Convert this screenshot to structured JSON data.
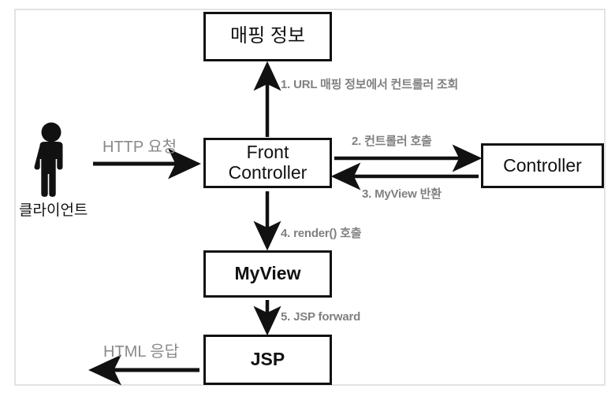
{
  "diagram": {
    "title": "Front Controller Pattern Flow",
    "frame_color": "#e3e3e3",
    "box_border_color": "#111111",
    "label_gray": "#808080",
    "text_black": "#111111",
    "boxes": [
      {
        "id": "mapping",
        "label": "매핑 정보"
      },
      {
        "id": "front",
        "label": "Front\nController"
      },
      {
        "id": "controller",
        "label": "Controller"
      },
      {
        "id": "myview",
        "label": "MyView"
      },
      {
        "id": "jsp",
        "label": "JSP"
      }
    ],
    "actor": {
      "icon": "person-icon",
      "label": "클라이언트"
    },
    "edge_labels": {
      "http_request": "HTTP 요청",
      "step1": "1. URL 매핑 정보에서 컨트롤러 조회",
      "step2": "2. 컨트롤러 호출",
      "step3": "3. MyView 반환",
      "step4": "4. render() 호출",
      "step5": "5. JSP forward",
      "html_response": "HTML 응답"
    }
  }
}
